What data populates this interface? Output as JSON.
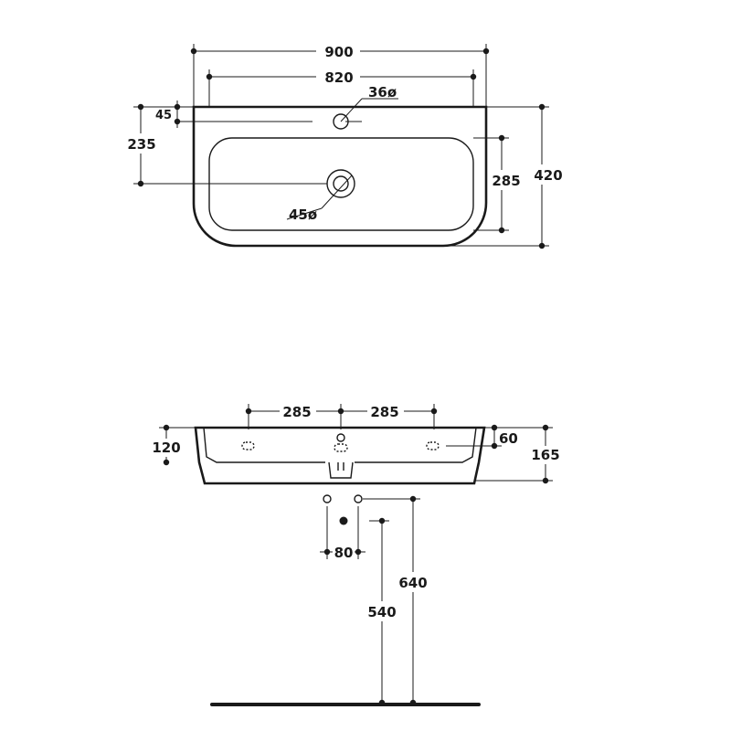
{
  "top_view": {
    "width_overall": "900",
    "width_inner": "820",
    "tap_hole": "36ø",
    "edge_offset": "45",
    "drain_offset": "235",
    "drain_hole": "45ø",
    "bowl_depth": "285",
    "depth_overall": "420"
  },
  "front_view": {
    "hole_spacing_left": "285",
    "hole_spacing_right": "285",
    "rim_height": "120",
    "hole_height": "60",
    "total_height": "165",
    "wall_spacing": "80",
    "drain_height": "540",
    "mount_height": "640"
  }
}
